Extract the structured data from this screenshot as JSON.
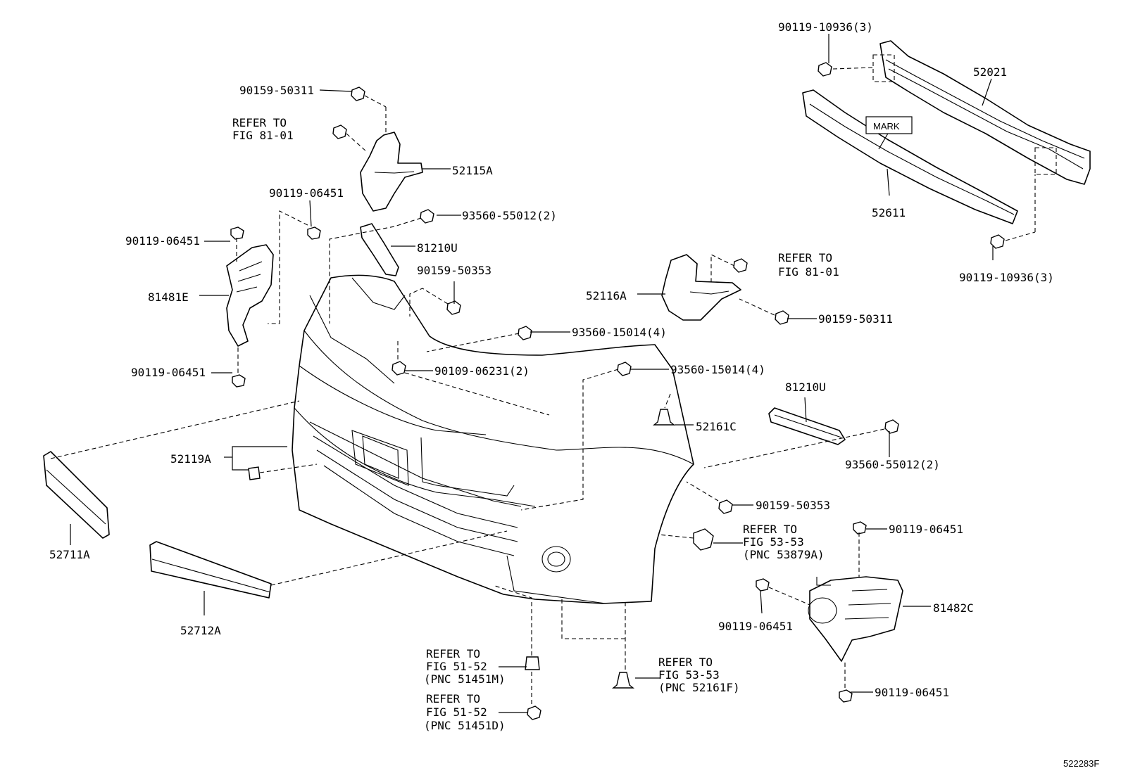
{
  "callouts": {
    "c_90119_10936_top": "90119-10936(3)",
    "c_52021": "52021",
    "c_mark": "MARK",
    "c_52611": "52611",
    "c_90119_10936_bot": "90119-10936(3)",
    "c_90159_50311_a": "90159-50311",
    "c_refer_81_a_1": "REFER TO",
    "c_refer_81_a_2": "FIG 81-01",
    "c_52115a": "52115A",
    "c_90119_06451_a": "90119-06451",
    "c_90119_06451_b": "90119-06451",
    "c_93560_55012_a": "93560-55012(2)",
    "c_81210u_a": "81210U",
    "c_90159_50353_a": "90159-50353",
    "c_81481e": "81481E",
    "c_refer_81_b_1": "REFER TO",
    "c_refer_81_b_2": "FIG 81-01",
    "c_52116a": "52116A",
    "c_90159_50311_b": "90159-50311",
    "c_93560_15014_a": "93560-15014(4)",
    "c_90119_06451_c": "90119-06451",
    "c_90109_06231": "90109-06231(2)",
    "c_93560_15014_b": "93560-15014(4)",
    "c_81210u_b": "81210U",
    "c_52161c": "52161C",
    "c_93560_55012_b": "93560-55012(2)",
    "c_52119a": "52119A",
    "c_52711a": "52711A",
    "c_90159_50353_b": "90159-50353",
    "c_90119_06451_d": "90119-06451",
    "c_refer_53_a_1": "REFER TO",
    "c_refer_53_a_2": "FIG 53-53",
    "c_refer_53_a_3": "(PNC 53879A)",
    "c_81482c": "81482C",
    "c_90119_06451_e": "90119-06451",
    "c_52712a": "52712A",
    "c_refer_51_a_1": "REFER TO",
    "c_refer_51_a_2": "FIG 51-52",
    "c_refer_51_a_3": "(PNC 51451M)",
    "c_refer_53_b_1": "REFER TO",
    "c_refer_53_b_2": "FIG 53-53",
    "c_refer_53_b_3": "(PNC 52161F)",
    "c_refer_51_b_1": "REFER TO",
    "c_refer_51_b_2": "FIG 51-52",
    "c_refer_51_b_3": "(PNC 51451D)",
    "c_90119_06451_f": "90119-06451"
  },
  "figure_id": "522283F"
}
